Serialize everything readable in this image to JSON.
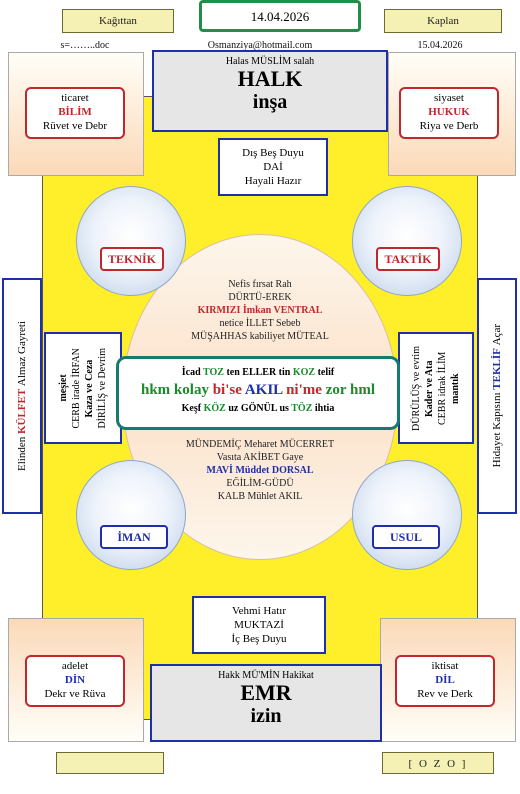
{
  "header": {
    "left_ribbon": "Kağıttan",
    "date": "14.04.2026",
    "right_ribbon": "Kaplan",
    "left_sub": "s=……..doc",
    "email": "Osmanziya@hotmail.com",
    "right_sub": "15.04.2026"
  },
  "top_block": {
    "line1": "Halas MÜSLİM salah",
    "big1": "HALK",
    "big2": "inşa"
  },
  "corners": {
    "top_left": {
      "l1": "ticaret",
      "l2": "BİLİM",
      "l3": "Rüvet ve Debr"
    },
    "top_right": {
      "l1": "siyaset",
      "l2": "HUKUK",
      "l3": "Riya ve Derb"
    },
    "bottom_left": {
      "l1": "adelet",
      "l2": "DİN",
      "l3": "Dekr ve Rüva"
    },
    "bottom_right": {
      "l1": "iktisat",
      "l2": "DİL",
      "l3": "Rev ve Derk"
    }
  },
  "upper_box": {
    "l1": "Dış Beş Duyu",
    "l2": "DAİ",
    "l3": "Hayali Hazır"
  },
  "lower_box": {
    "l1": "Vehmi Hatır",
    "l2": "MUKTAZİ",
    "l3": "İç Beş Duyu"
  },
  "circles": {
    "tl": "TEKNİK",
    "tr": "TAKTİK",
    "bl": "İMAN",
    "br": "USUL"
  },
  "upper_text": {
    "l1": "Nefis fırsat Rah",
    "l2": "DÜRTÜ-EREK",
    "l3": "KIRMIZI İmkan VENTRAL",
    "l4": "netice İLLET Sebeb",
    "l5": "MÜŞAHHAS kabiliyet MÜTEAL"
  },
  "lower_text": {
    "l1": "MÜNDEMİÇ Meharet MÜCERRET",
    "l2": "Vasıta AKİBET Gaye",
    "l3": "MAVİ Müddet DORSAL",
    "l4": "EĞİLİM-GÜDÜ",
    "l5": "KALB Mühlet AKIL"
  },
  "center": {
    "r1": [
      "İcad",
      "TOZ",
      "ten ELLER tin",
      "KOZ",
      "telif"
    ],
    "r2": [
      "hkm kolay",
      "bi'se",
      "AKIL",
      "ni'me",
      "zor hml"
    ],
    "r3": [
      "Keşf",
      "KÖZ",
      "uz",
      "GÖNÜL us",
      "TÖZ",
      "ihtia"
    ]
  },
  "left_inner": {
    "l1": "meşiet",
    "l2": "CERB irade İRFAN",
    "l3": "Kaza ve Ceza",
    "l4": "DİRİLİŞ ve Devrim"
  },
  "right_inner": {
    "l1": "DÜRÜLÜŞ ve evrim",
    "l2": "Kader ve Ata",
    "l3": "CEBR idrak İLİM",
    "l4": "mantık"
  },
  "left_outer": {
    "a": "Elinden",
    "b": "KÜLFET",
    "c": "Almaz Gayreti"
  },
  "right_outer": {
    "a": "Hidayet Kapısını",
    "b": "TEKLİF",
    "c": "Açar"
  },
  "bottom_block": {
    "line1": "Hakk MÜ'MİN Hakikat",
    "big1": "EMR",
    "big2": "izin"
  },
  "footer": {
    "code": "[ O Z O ]"
  },
  "colors": {
    "yellow": "#ffee2a",
    "blue": "#1f2fa8",
    "red": "#c2272d",
    "teal": "#177a6f",
    "green": "#1a8a2a"
  }
}
